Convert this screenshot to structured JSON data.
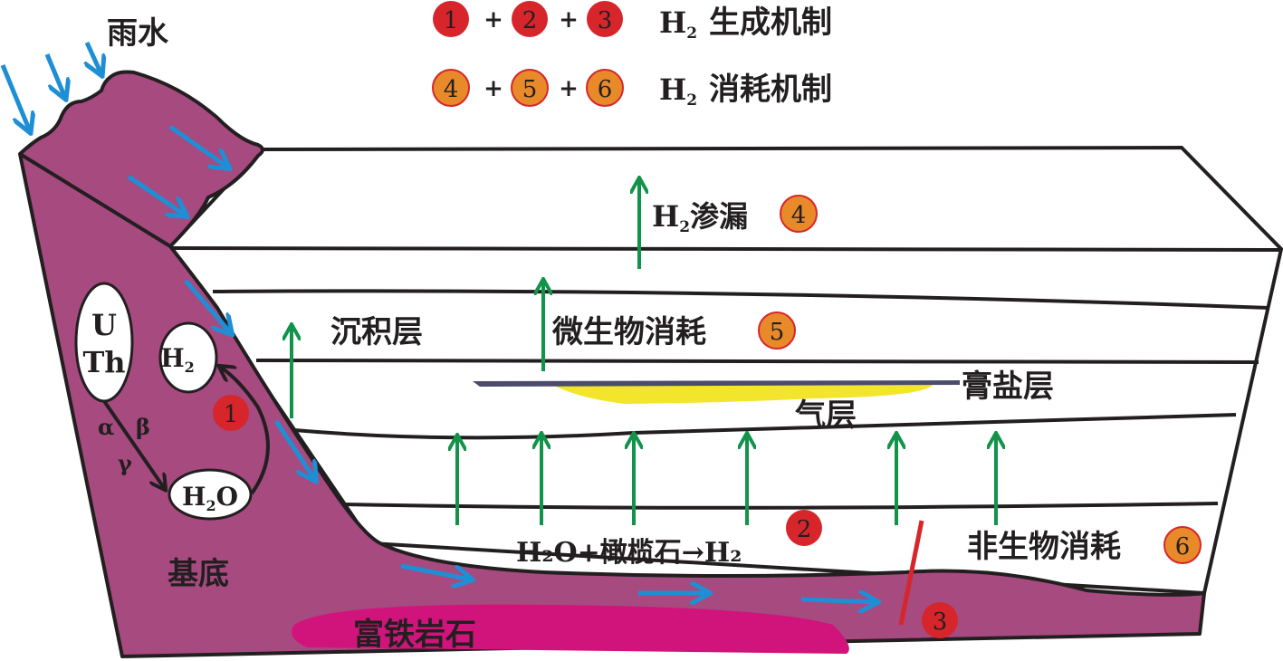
{
  "colors": {
    "basement": "#A64A7F",
    "iron_rock": "#D0147C",
    "water_arrow": "#1E8FD5",
    "h2_arrow": "#12934A",
    "generation_badge": "#D6262B",
    "consumption_badge": "#E8892A",
    "gas_layer": "#F2E52B",
    "salt_layer": "#4B4B6B",
    "fault": "#D6262B"
  },
  "legend": {
    "generation": {
      "badges": [
        "1",
        "2",
        "3"
      ],
      "plus": "+",
      "h": "H",
      "sub": "2",
      "label": "生成机制"
    },
    "consumption": {
      "badges": [
        "4",
        "5",
        "6"
      ],
      "plus": "+",
      "h": "H",
      "sub": "2",
      "label": "消耗机制"
    }
  },
  "labels": {
    "rain": "雨水",
    "leakage_h": "H",
    "leakage_sub": "2",
    "leakage": "渗漏",
    "leakage_badge": "4",
    "sediment": "沉积层",
    "microbial": "微生物消耗",
    "microbial_badge": "5",
    "evaporite": "膏盐层",
    "gas_layer": "气层",
    "abiotic": "非生物消耗",
    "abiotic_badge": "6",
    "reaction": "H₂O+橄榄石→H₂",
    "reaction_badge": "2",
    "fault_badge": "3",
    "basement": "基底",
    "iron_rock": "富铁岩石",
    "u": "U",
    "th": "Th",
    "h2_bubble_h": "H",
    "h2_bubble_sub": "2",
    "h2o_h": "H",
    "h2o_sub": "2",
    "h2o_o": "O",
    "alpha": "α",
    "beta": "β",
    "gamma": "γ",
    "radiolysis_badge": "1"
  }
}
